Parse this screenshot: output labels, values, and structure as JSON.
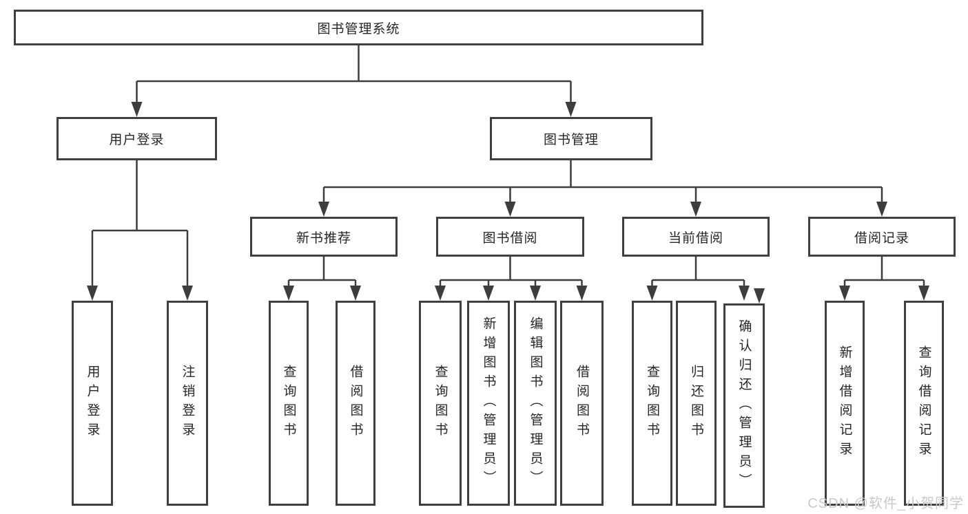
{
  "diagram_type": "functional-structure-tree",
  "tree": {
    "label": "图书管理系统",
    "children": [
      {
        "label": "用户登录",
        "children": [
          {
            "label": "用户登录"
          },
          {
            "label": "注销登录"
          }
        ]
      },
      {
        "label": "图书管理",
        "children": [
          {
            "label": "新书推荐",
            "children": [
              {
                "label": "查询图书"
              },
              {
                "label": "借阅图书"
              }
            ]
          },
          {
            "label": "图书借阅",
            "children": [
              {
                "label": "查询图书"
              },
              {
                "label": "新增图书（管理员）"
              },
              {
                "label": "编辑图书（管理员）"
              },
              {
                "label": "借阅图书"
              }
            ]
          },
          {
            "label": "当前借阅",
            "children": [
              {
                "label": "查询图书"
              },
              {
                "label": "归还图书"
              },
              {
                "label": "确认归还（管理员）"
              }
            ]
          },
          {
            "label": "借阅记录",
            "children": [
              {
                "label": "新增借阅记录"
              },
              {
                "label": "查询借阅记录"
              }
            ]
          }
        ]
      }
    ]
  },
  "watermark": "CSDN @软件_小贺同学",
  "colors": {
    "background": "#ffffff",
    "box_border": "#3f3f3f",
    "connector": "#3d3d3d",
    "text": "#262626",
    "watermark": "#c9c9c9"
  }
}
